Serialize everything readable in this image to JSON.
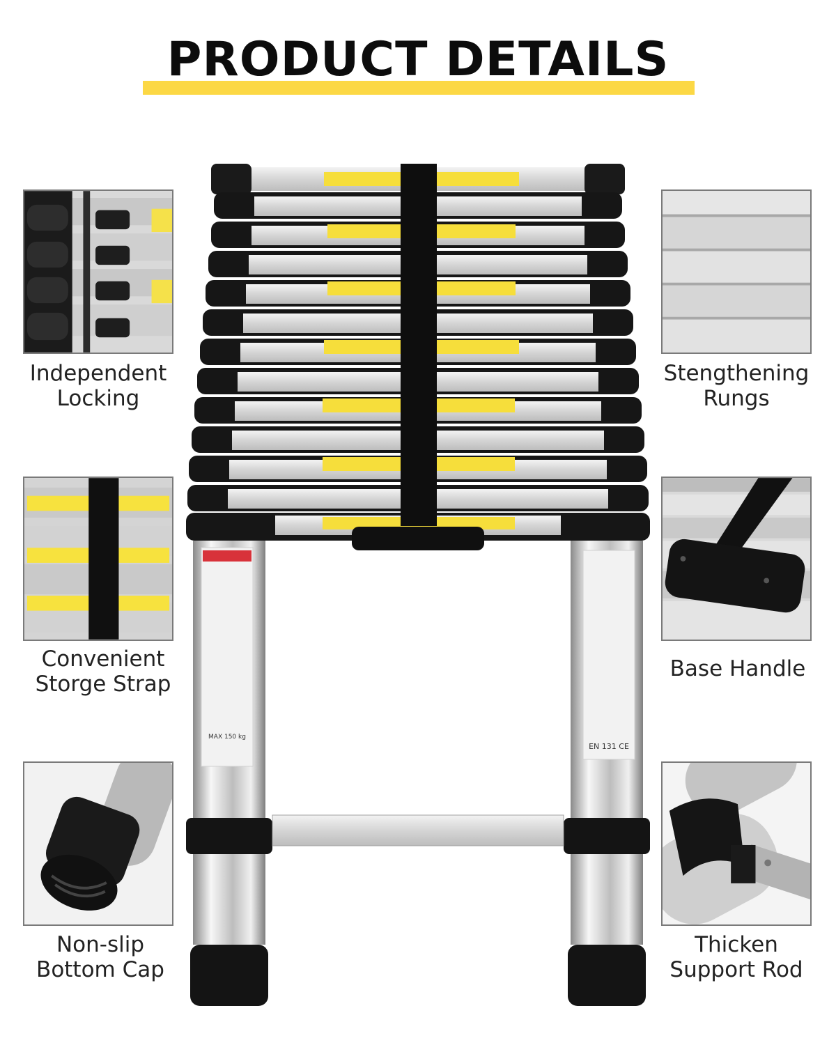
{
  "header": {
    "title": "PRODUCT DETAILS",
    "accent_color": "#fcd845"
  },
  "features": {
    "locking": {
      "line1": "Independent",
      "line2": "Locking",
      "icon": "locking-detail-icon"
    },
    "rungs": {
      "line1": "Stengthening",
      "line2": "Rungs",
      "icon": "rungs-detail-icon"
    },
    "strap": {
      "line1": "Convenient",
      "line2": "Storge Strap",
      "icon": "strap-detail-icon"
    },
    "handle": {
      "line1": "Base Handle",
      "icon": "handle-detail-icon"
    },
    "cap": {
      "line1": "Non-slip",
      "line2": "Bottom Cap",
      "icon": "cap-detail-icon"
    },
    "rod": {
      "line1": "Thicken",
      "line2": "Support Rod",
      "icon": "rod-detail-icon"
    }
  },
  "ladder": {
    "label_text": "EN 131 CE",
    "capacity_text": "MAX 150 kg"
  }
}
